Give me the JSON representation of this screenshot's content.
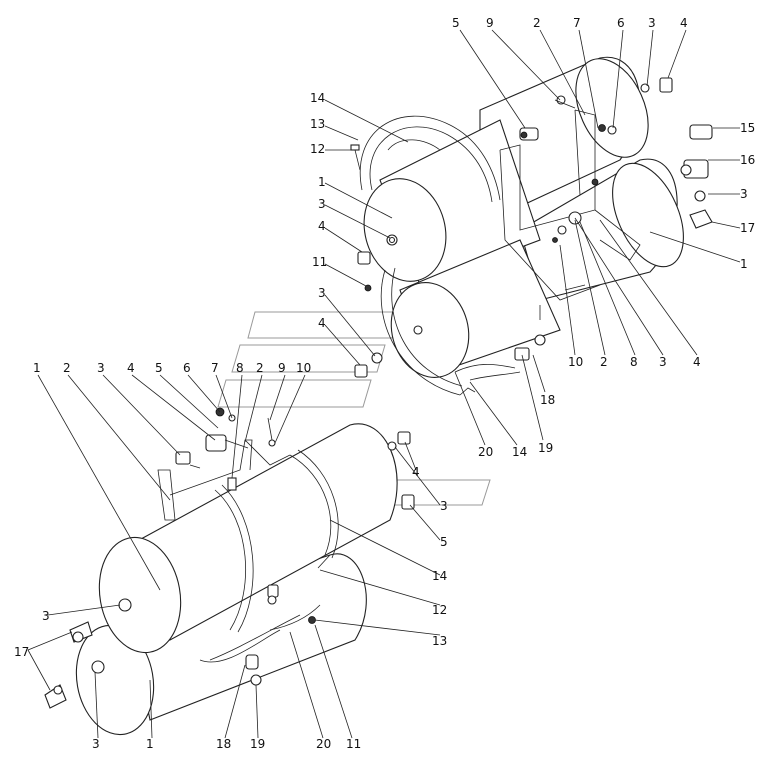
{
  "callouts": [
    {
      "id": "c1",
      "text": "5"
    },
    {
      "id": "c2",
      "text": "9"
    },
    {
      "id": "c3",
      "text": "2"
    },
    {
      "id": "c4",
      "text": "7"
    },
    {
      "id": "c5",
      "text": "6"
    },
    {
      "id": "c6",
      "text": "3"
    },
    {
      "id": "c7",
      "text": "4"
    },
    {
      "id": "c8",
      "text": "14"
    },
    {
      "id": "c9",
      "text": "13"
    },
    {
      "id": "c10",
      "text": "12"
    },
    {
      "id": "c11",
      "text": "15"
    },
    {
      "id": "c12",
      "text": "16"
    },
    {
      "id": "c13",
      "text": "3"
    },
    {
      "id": "c14",
      "text": "17"
    },
    {
      "id": "c15",
      "text": "1"
    },
    {
      "id": "c16",
      "text": "1"
    },
    {
      "id": "c17",
      "text": "3"
    },
    {
      "id": "c18",
      "text": "4"
    },
    {
      "id": "c19",
      "text": "11"
    },
    {
      "id": "c20",
      "text": "3"
    },
    {
      "id": "c21",
      "text": "4"
    },
    {
      "id": "c22",
      "text": "10"
    },
    {
      "id": "c23",
      "text": "2"
    },
    {
      "id": "c24",
      "text": "8"
    },
    {
      "id": "c25",
      "text": "3"
    },
    {
      "id": "c26",
      "text": "4"
    },
    {
      "id": "c27",
      "text": "18"
    },
    {
      "id": "c28",
      "text": "19"
    },
    {
      "id": "c29",
      "text": "20"
    },
    {
      "id": "c30",
      "text": "14"
    },
    {
      "id": "c31",
      "text": "1"
    },
    {
      "id": "c32",
      "text": "2"
    },
    {
      "id": "c33",
      "text": "3"
    },
    {
      "id": "c34",
      "text": "4"
    },
    {
      "id": "c35",
      "text": "5"
    },
    {
      "id": "c36",
      "text": "6"
    },
    {
      "id": "c37",
      "text": "7"
    },
    {
      "id": "c38",
      "text": "8"
    },
    {
      "id": "c39",
      "text": "2"
    },
    {
      "id": "c40",
      "text": "9"
    },
    {
      "id": "c41",
      "text": "10"
    },
    {
      "id": "c42",
      "text": "4"
    },
    {
      "id": "c43",
      "text": "3"
    },
    {
      "id": "c44",
      "text": "5"
    },
    {
      "id": "c45",
      "text": "14"
    },
    {
      "id": "c46",
      "text": "12"
    },
    {
      "id": "c47",
      "text": "13"
    },
    {
      "id": "c48",
      "text": "3"
    },
    {
      "id": "c49",
      "text": "17"
    },
    {
      "id": "c50",
      "text": "3"
    },
    {
      "id": "c51",
      "text": "1"
    },
    {
      "id": "c52",
      "text": "18"
    },
    {
      "id": "c53",
      "text": "19"
    },
    {
      "id": "c54",
      "text": "20"
    },
    {
      "id": "c55",
      "text": "11"
    }
  ],
  "palette": {
    "line": "#222222",
    "background": "#ffffff",
    "watermark": "#999999"
  }
}
